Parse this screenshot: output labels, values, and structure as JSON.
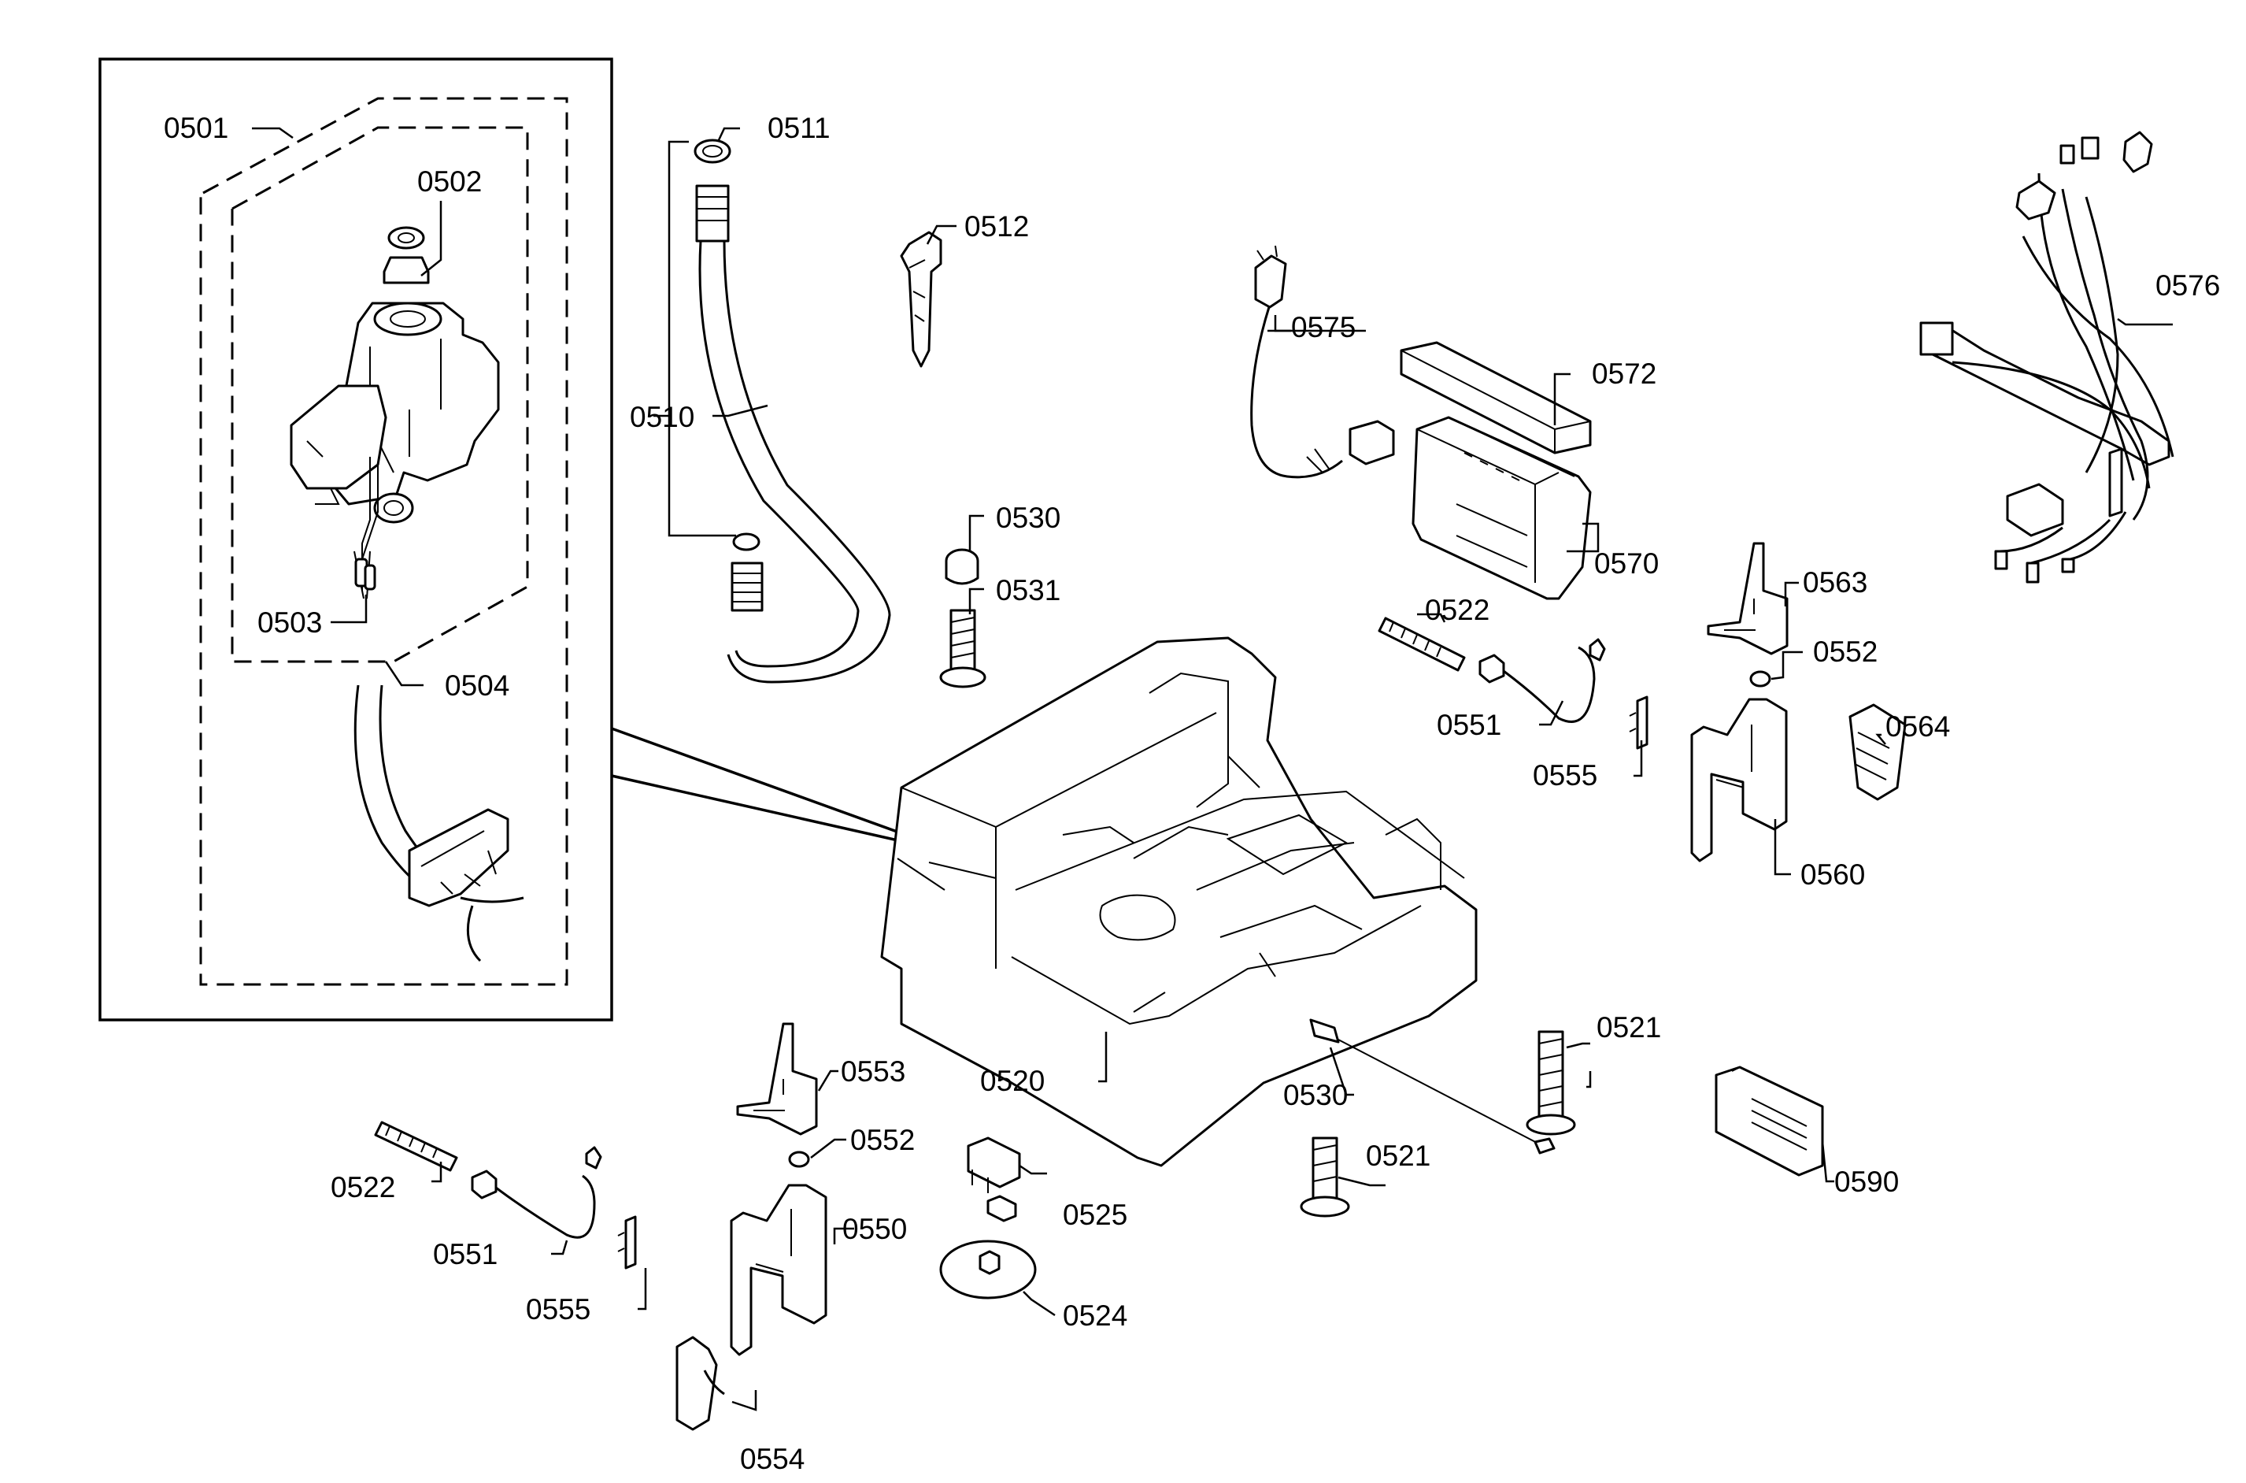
{
  "labels": {
    "p0501": "0501",
    "p0502": "0502",
    "p0503": "0503",
    "p0504": "0504",
    "p0510": "0510",
    "p0511": "0511",
    "p0512": "0512",
    "p0520": "0520",
    "p0521a": "0521",
    "p0521b": "0521",
    "p0522a": "0522",
    "p0522b": "0522",
    "p0524": "0524",
    "p0525": "0525",
    "p0530a": "0530",
    "p0530b": "0530",
    "p0531": "0531",
    "p0550": "0550",
    "p0551a": "0551",
    "p0551b": "0551",
    "p0552a": "0552",
    "p0552b": "0552",
    "p0553": "0553",
    "p0554": "0554",
    "p0555a": "0555",
    "p0555b": "0555",
    "p0560": "0560",
    "p0563": "0563",
    "p0564": "0564",
    "p0570": "0570",
    "p0572": "0572",
    "p0575": "0575",
    "p0576": "0576",
    "p0590": "0590"
  }
}
